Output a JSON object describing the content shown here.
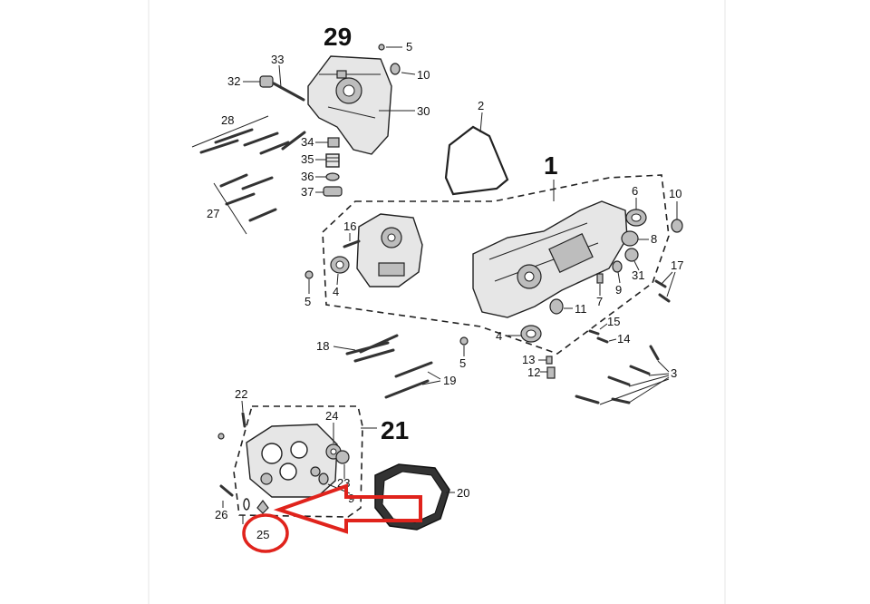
{
  "diagram": {
    "labels": {
      "l29": "29",
      "l5a": "5",
      "l10a": "10",
      "l33": "33",
      "l32": "32",
      "l30": "30",
      "l28": "28",
      "l34": "34",
      "l35": "35",
      "l36": "36",
      "l37": "37",
      "l27": "27",
      "l2": "2",
      "l1": "1",
      "l6": "6",
      "l10b": "10",
      "l8": "8",
      "l31": "31",
      "l9a": "9",
      "l7": "7",
      "l17": "17",
      "l16": "16",
      "l4a": "4",
      "l5b": "5",
      "l11": "11",
      "l15": "15",
      "l14": "14",
      "l4b": "4",
      "l18": "18",
      "l5c": "5",
      "l13": "13",
      "l12": "12",
      "l3": "3",
      "l19": "19",
      "l22": "22",
      "l24": "24",
      "l21": "21",
      "l23": "23",
      "l9b": "9",
      "l20": "20",
      "l26": "26",
      "l25": "25"
    },
    "highlight_color": "#e0231c"
  }
}
